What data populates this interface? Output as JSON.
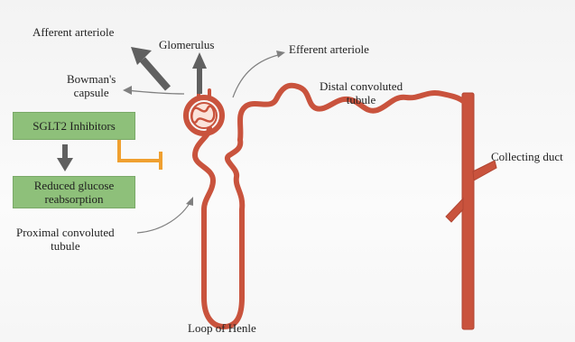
{
  "labels": {
    "afferent_arteriole": "Afferent arteriole",
    "glomerulus": "Glomerulus",
    "efferent_arteriole": "Efferent arteriole",
    "bowmans_capsule": "Bowman's\ncapsule",
    "distal_convoluted_tubule": "Distal convoluted\ntubule",
    "collecting_duct": "Collecting duct",
    "proximal_convoluted_tubule": "Proximal convoluted\ntubule",
    "loop_of_henle": "Loop of Henle"
  },
  "boxes": {
    "sglt2_inhibitors": "SGLT2 Inhibitors",
    "reduced_glucose_reabsorption": "Reduced glucose\nreabsorption"
  },
  "colors": {
    "tubule": "#c9533d",
    "arrow_grey": "#606060",
    "inhibit_orange": "#f0a030",
    "box_green": "#8ec07a"
  }
}
